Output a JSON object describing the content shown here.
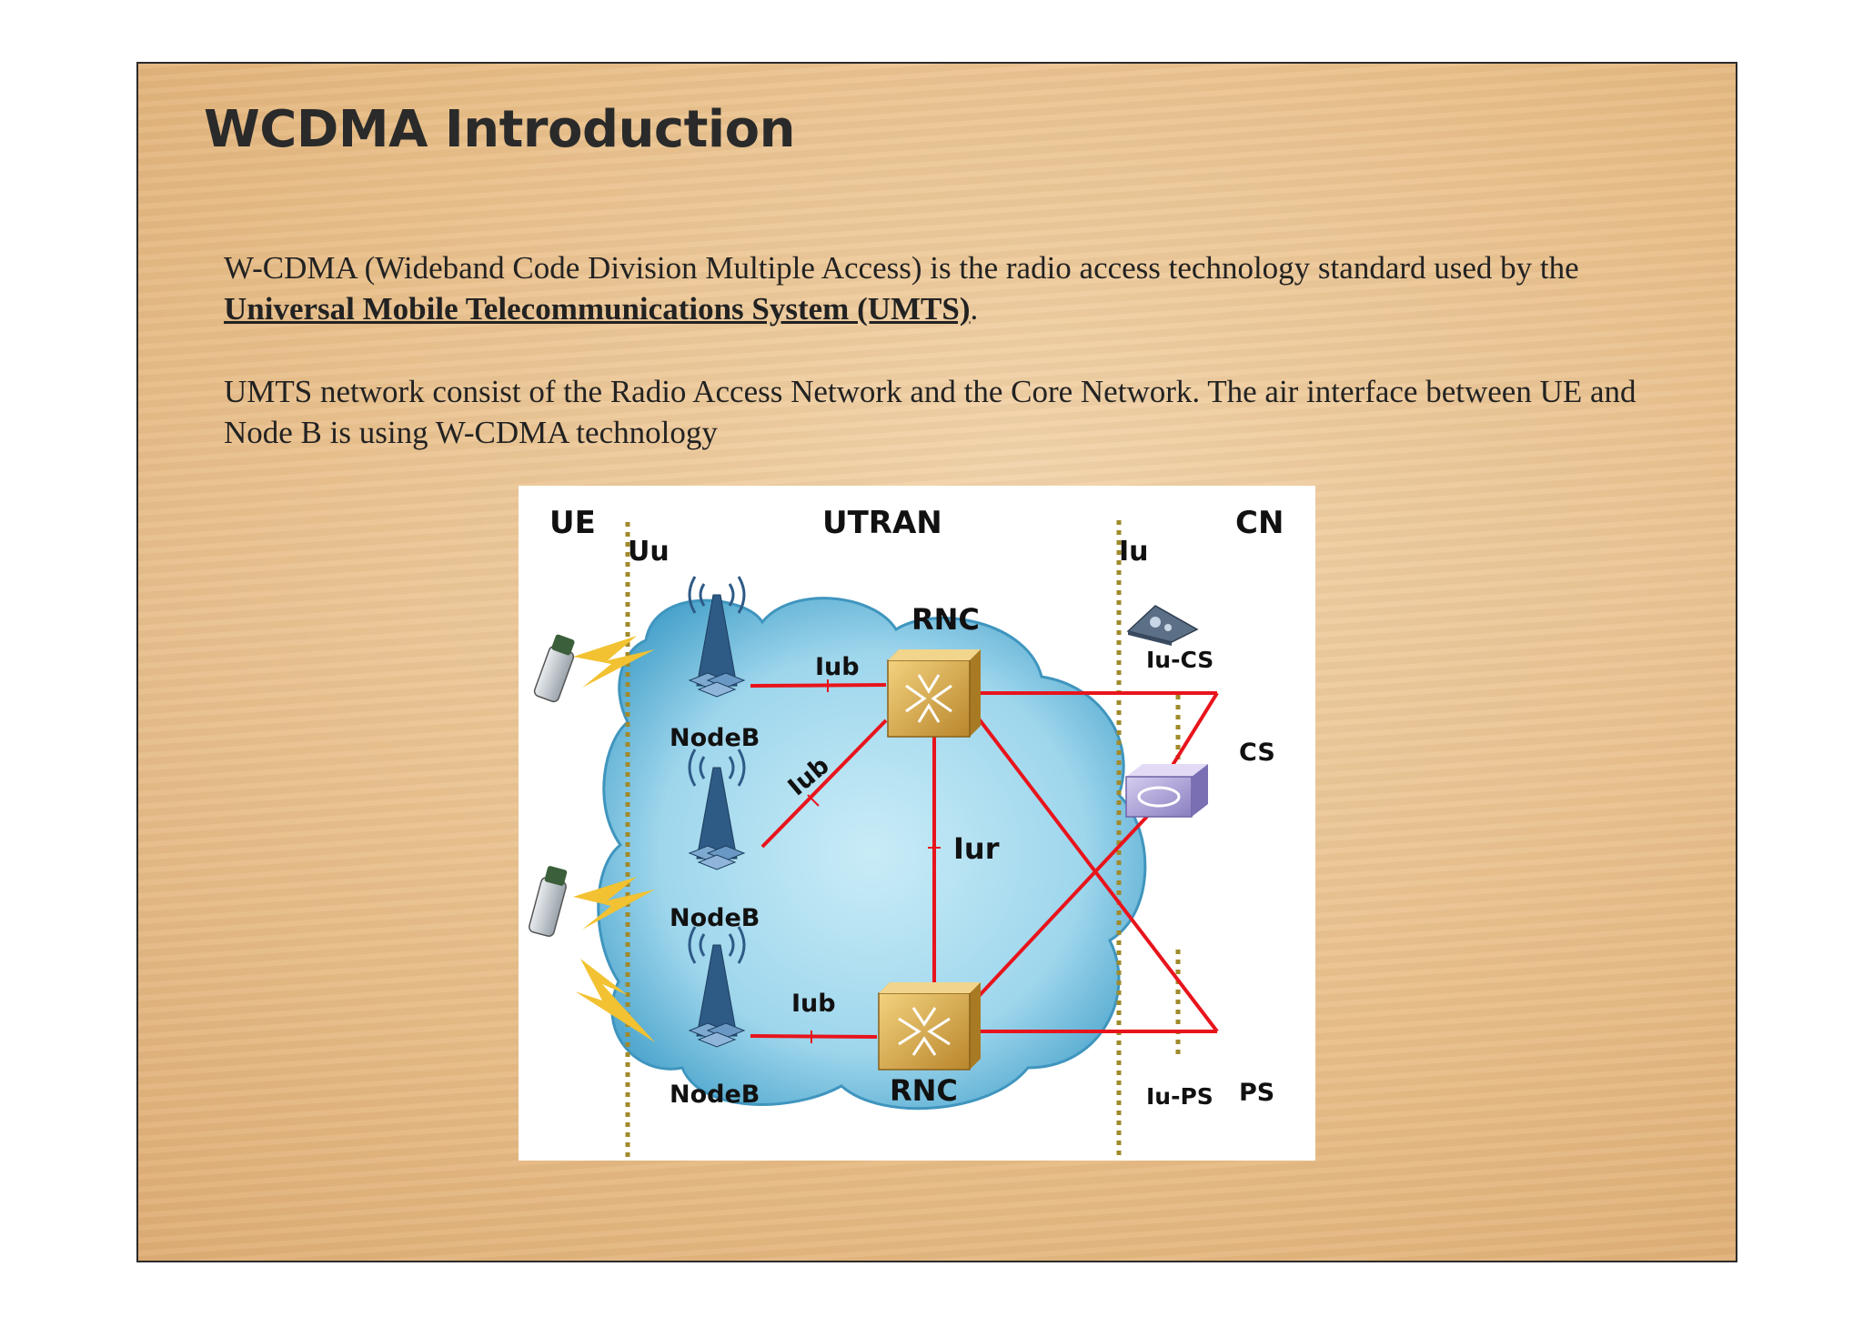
{
  "slide": {
    "title": "WCDMA Introduction",
    "paragraph1": {
      "text_before": "W-CDMA (Wideband Code Division Multiple Access) is the  radio access technology standard used by the ",
      "link_text": "Universal Mobile Telecommunications System (UMTS)",
      "text_after": "."
    },
    "paragraph2": "UMTS network consist of  the Radio Access Network and the Core Network. The air interface between UE and Node B is using W-CDMA technology"
  },
  "diagram": {
    "domain_labels": {
      "ue": "UE",
      "utran": "UTRAN",
      "cn": "CN"
    },
    "interface_labels": {
      "uu": "Uu",
      "iu": "Iu",
      "iub_top": "Iub",
      "iub_mid": "Iub",
      "iub_bottom": "Iub",
      "iur": "Iur",
      "iu_cs": "Iu-CS",
      "iu_ps": "Iu-PS"
    },
    "node_labels": {
      "nodeb_top": "NodeB",
      "nodeb_mid": "NodeB",
      "nodeb_bottom": "NodeB",
      "rnc_top": "RNC",
      "rnc_bottom": "RNC",
      "cs": "CS",
      "ps": "PS"
    },
    "colors": {
      "link": "#e8141c",
      "boundary": "#a08a2a",
      "cloud": "#8ccbe4",
      "rnc": "#d9ae4a",
      "lightning": "#f2c232"
    }
  }
}
